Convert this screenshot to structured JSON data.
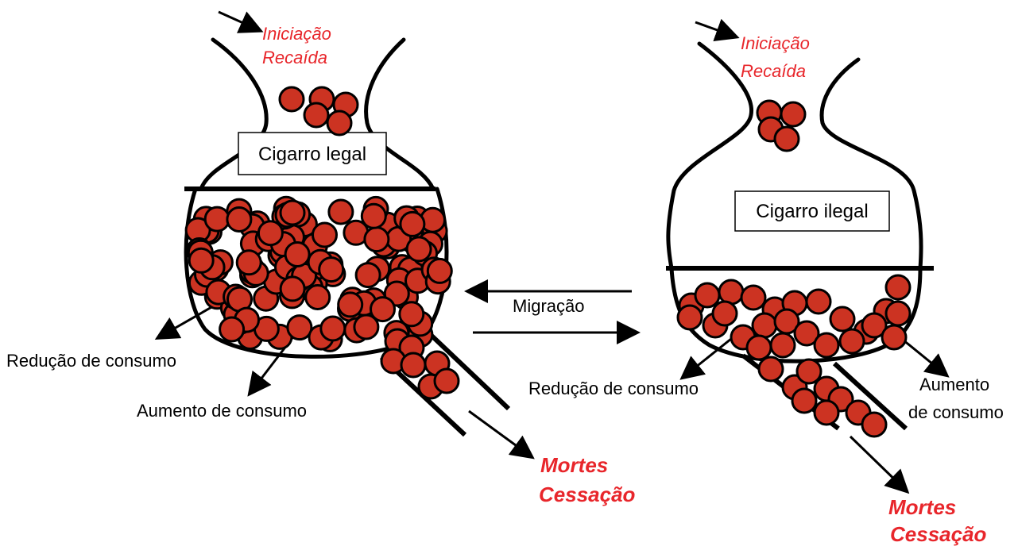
{
  "left_reservoir": {
    "box_label": "Cigarro legal",
    "inflow_label_1": "Iniciação",
    "inflow_label_2": "Recaída",
    "outflow_label_1": "Mortes",
    "outflow_label_2": "Cessação",
    "reduction_label": "Redução de consumo",
    "increase_label": "Aumento de consumo"
  },
  "right_reservoir": {
    "box_label": "Cigarro ilegal",
    "inflow_label_1": "Iniciação",
    "inflow_label_2": "Recaída",
    "outflow_label_1": "Mortes",
    "outflow_label_2": "Cessação",
    "reduction_label": "Redução de consumo",
    "increase_label_1": "Aumento",
    "increase_label_2": "de consumo"
  },
  "migration_label": "Migração",
  "colors": {
    "ball_fill": "#cc3322",
    "red_text": "#e8262b",
    "outline": "#000000"
  }
}
